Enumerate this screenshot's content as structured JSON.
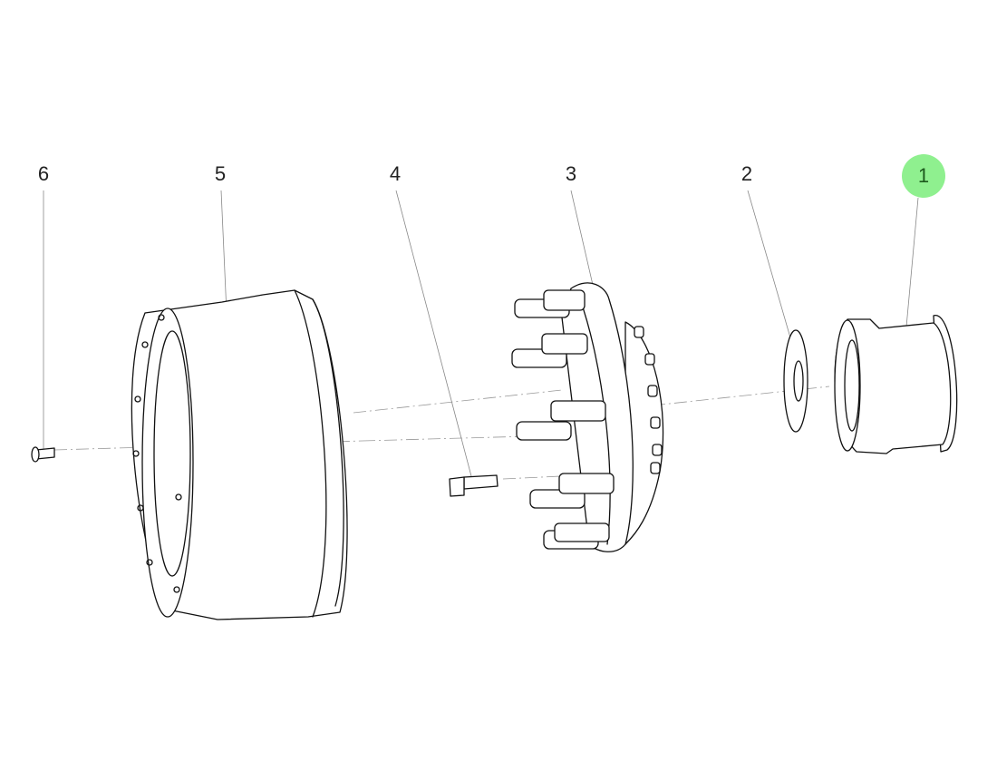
{
  "diagram": {
    "highlight_color": "#8ff08f",
    "selected_item": "1",
    "callouts": [
      {
        "id": "6",
        "label": "6"
      },
      {
        "id": "5",
        "label": "5"
      },
      {
        "id": "4",
        "label": "4"
      },
      {
        "id": "3",
        "label": "3"
      },
      {
        "id": "2",
        "label": "2"
      },
      {
        "id": "1",
        "label": "1"
      }
    ]
  }
}
